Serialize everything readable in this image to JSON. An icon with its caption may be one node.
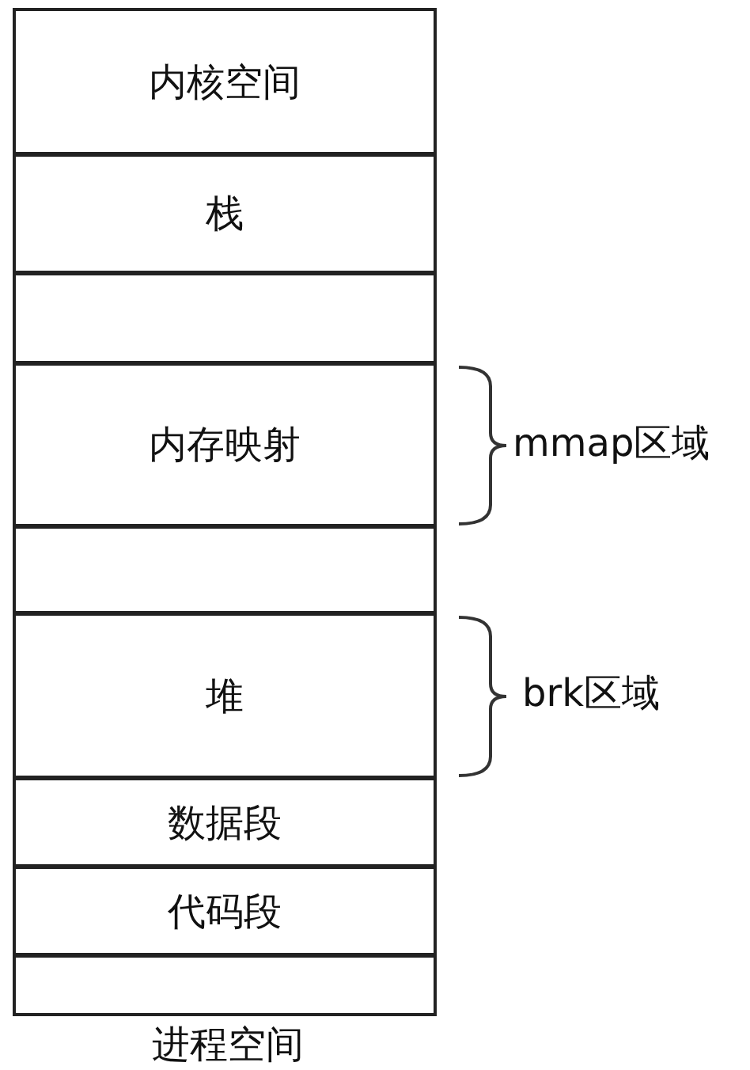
{
  "diagram": {
    "caption": "进程空间",
    "nodes": [
      {
        "text": [
          "内核空间"
        ]
      },
      {
        "text": [
          "栈"
        ]
      },
      {
        "text": [],
        "shape": "box"
      },
      {
        "text": [
          "内存映射"
        ]
      },
      {
        "text": [],
        "shape": "box"
      },
      {
        "text": [
          "堆"
        ]
      },
      {
        "text": [
          "数据段"
        ]
      },
      {
        "text": [
          "代码段"
        ]
      },
      {
        "text": [],
        "shape": "box"
      }
    ],
    "labels": [
      "mmap区域",
      "brk区域"
    ]
  }
}
